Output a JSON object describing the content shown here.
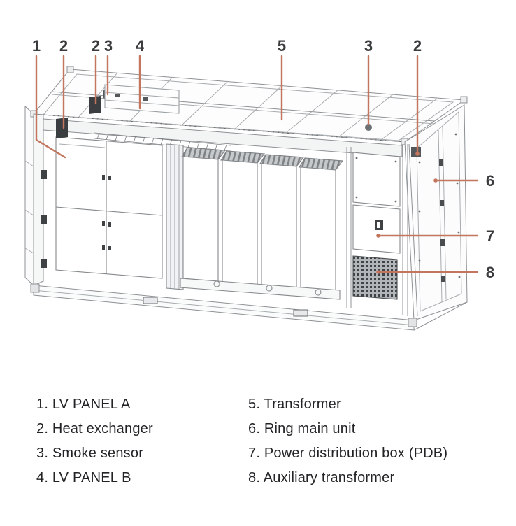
{
  "accent_color": "#c4755e",
  "callouts": {
    "top": [
      "1",
      "2",
      "2",
      "3",
      "4",
      "5",
      "3",
      "2"
    ],
    "right": [
      "6",
      "7",
      "8"
    ]
  },
  "legend": {
    "left": [
      "1. LV PANEL A",
      "2. Heat exchanger",
      "3. Smoke sensor",
      "4. LV PANEL B"
    ],
    "right": [
      "5. Transformer",
      "6. Ring main unit",
      "7. Power distribution box (PDB)",
      "8. Auxiliary transformer"
    ]
  }
}
